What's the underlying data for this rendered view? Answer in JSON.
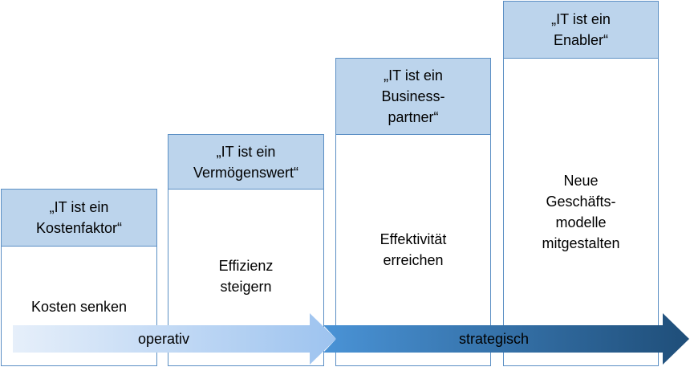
{
  "columns": [
    {
      "header": "„IT ist ein\nKostenfaktor“",
      "body": "Kosten senken"
    },
    {
      "header": "„IT ist ein\nVermögenswert“",
      "body": "Effizienz\nsteigern"
    },
    {
      "header": "„IT ist ein\nBusiness-\npartner“",
      "body": "Effektivität\nerreichen"
    },
    {
      "header": "„IT ist ein\nEnabler“",
      "body": "Neue\nGeschäfts-\nmodelle\nmitgestalten"
    }
  ],
  "arrows": {
    "operativ": "operativ",
    "strategisch": "strategisch"
  },
  "colors": {
    "header_fill": "#bcd4ec",
    "border": "#5b8fc4",
    "arrow_light_start": "#e6effa",
    "arrow_light_end": "#9dc3ef",
    "arrow_dark_start": "#4a93d6",
    "arrow_dark_end": "#1f4e79"
  }
}
